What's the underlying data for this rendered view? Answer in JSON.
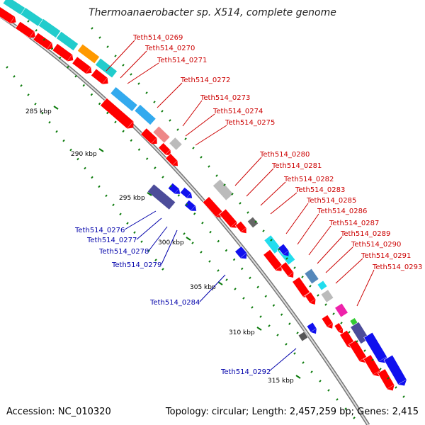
{
  "title": "Thermoanaerobacter sp. X514, complete genome",
  "footer": {
    "accession": "Accession: NC_010320",
    "topology": "Topology: circular; Length: 2,457,259 bp; Genes: 2,415"
  },
  "kbp_ticks": [
    "285 kbp",
    "290 kbp",
    "295 kbp",
    "300 kbp",
    "305 kbp",
    "310 kbp",
    "315 kbp"
  ],
  "labels_forward": [
    "Teth514_0269",
    "Teth514_0270",
    "Teth514_0271",
    "Teth514_0272",
    "Teth514_0273",
    "Teth514_0274",
    "Teth514_0275",
    "Teth514_0280",
    "Teth514_0281",
    "Teth514_0282",
    "Teth514_0283",
    "Teth514_0285",
    "Teth514_0286",
    "Teth514_0287",
    "Teth514_0289",
    "Teth514_0290",
    "Teth514_0291",
    "Teth514_0293"
  ],
  "labels_reverse": [
    "Teth514_0276",
    "Teth514_0277",
    "Teth514_0278",
    "Teth514_0279",
    "Teth514_0284",
    "Teth514_0292"
  ],
  "colors": {
    "forward_label": "#cc0000",
    "reverse_label": "#0000aa",
    "gene_red": "#ff0000",
    "gene_blue": "#1010ee",
    "cog_cyan": "#22cccc",
    "cog_orange": "#ff9900",
    "cog_lightblue": "#33aaee",
    "cog_purple": "#4c4c9a",
    "cog_gray": "#bbbbbb",
    "cog_pink": "#ee22aa",
    "cog_green": "#33cc33",
    "tick_green": "#0a7a0a",
    "backbone": "#888888"
  }
}
